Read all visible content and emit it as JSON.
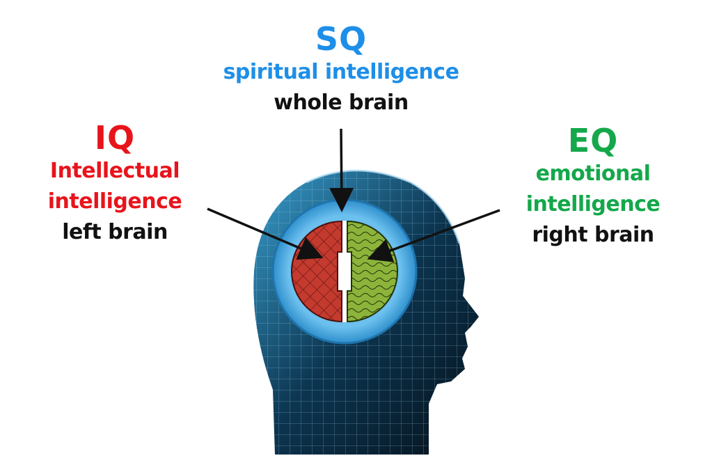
{
  "colors": {
    "sq": "#1e8fe8",
    "iq": "#e8141b",
    "eq": "#14a84a",
    "text": "#111111",
    "ring": "#3b9fd8",
    "left_hemisphere": "#c43a2f",
    "right_hemisphere": "#8cb43a"
  },
  "sq": {
    "title": "SQ",
    "name": "spiritual intelligence",
    "region": "whole brain"
  },
  "iq": {
    "title": "IQ",
    "name_line1": "Intellectual",
    "name_line2": "intelligence",
    "region": "left brain"
  },
  "eq": {
    "title": "EQ",
    "name_line1": "emotional",
    "name_line2": "intelligence",
    "region": "right brain"
  }
}
